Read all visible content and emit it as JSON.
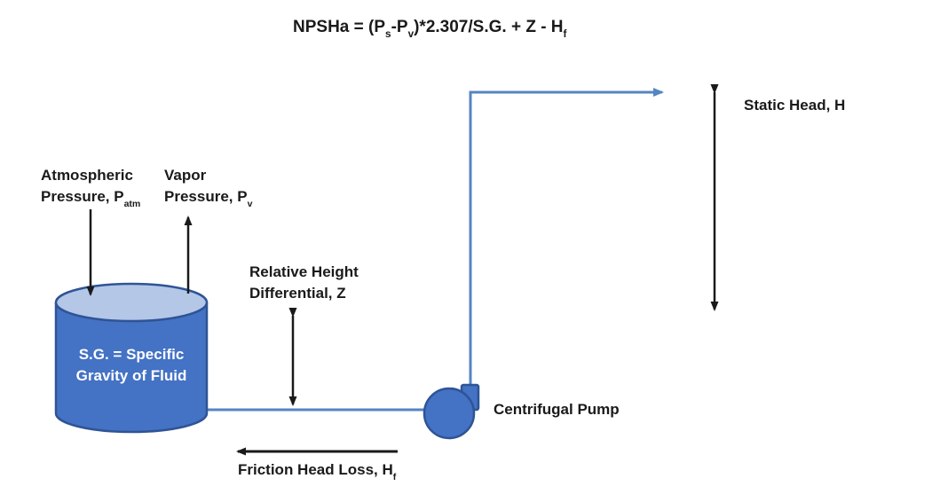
{
  "diagram_type": "NPSH centrifugal pump system schematic",
  "title": {
    "parts": [
      "NPSHa = (P",
      "s",
      "-P",
      "v",
      ")*2.307/S.G. + Z - H",
      "f"
    ]
  },
  "labels": {
    "atmospheric": {
      "line1": "Atmospheric",
      "line2_main": "Pressure, P",
      "line2_sub": "atm"
    },
    "vapor": {
      "line1": "Vapor",
      "line2_main": "Pressure, P",
      "line2_sub": "v"
    },
    "relative_height": {
      "line1": "Relative Height",
      "line2": "Differential, Z"
    },
    "static_head": "Static Head, H",
    "pump": "Centrifugal Pump",
    "friction": {
      "main": "Friction Head Loss, H",
      "sub": "f"
    },
    "tank": {
      "line1": "S.G. = Specific",
      "line2": "Gravity of Fluid"
    }
  },
  "colors": {
    "tank_fill": "#4472C4",
    "tank_top_fill": "#B4C7E7",
    "shape_outline": "#2F5496",
    "pipe": "#5585C2",
    "arrow": "#1A1A1A",
    "tank_text": "#FFFFFF",
    "label_text": "#1A1A1A",
    "background": "#FFFFFF"
  }
}
